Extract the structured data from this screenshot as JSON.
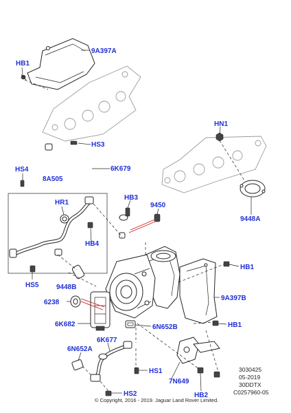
{
  "labels": {
    "hb1_top": "HB1",
    "p9a397a_top": "9A397A",
    "hs3": "HS3",
    "p6k679": "6K679",
    "hn1": "HN1",
    "hs4": "HS4",
    "p8a505": "8A505",
    "hr1": "HR1",
    "hb3": "HB3",
    "p9450": "9450",
    "p9448a": "9448A",
    "hb4": "HB4",
    "hb1_right": "HB1",
    "hs5": "HS5",
    "p9448b": "9448B",
    "p9a397b": "9A397B",
    "p6238": "6238",
    "p6k682": "6K682",
    "p6n652b": "6N652B",
    "hb1_lower": "HB1",
    "p6k677": "6K677",
    "p6n652a": "6N652A",
    "hs1": "HS1",
    "p7n649": "7N649",
    "hb2": "HB2",
    "hs2": "HS2"
  },
  "reference": {
    "line1": "3030425",
    "line2": "05-2019",
    "line3": "30DDTX",
    "line4": "C0257960-05"
  },
  "copyright": "© Copyright, 2016 - 2019. Jaguar Land Rover Limited.",
  "colors": {
    "label": "#1f2fd6",
    "line": "#222222",
    "highlight": "#d21a1a"
  }
}
